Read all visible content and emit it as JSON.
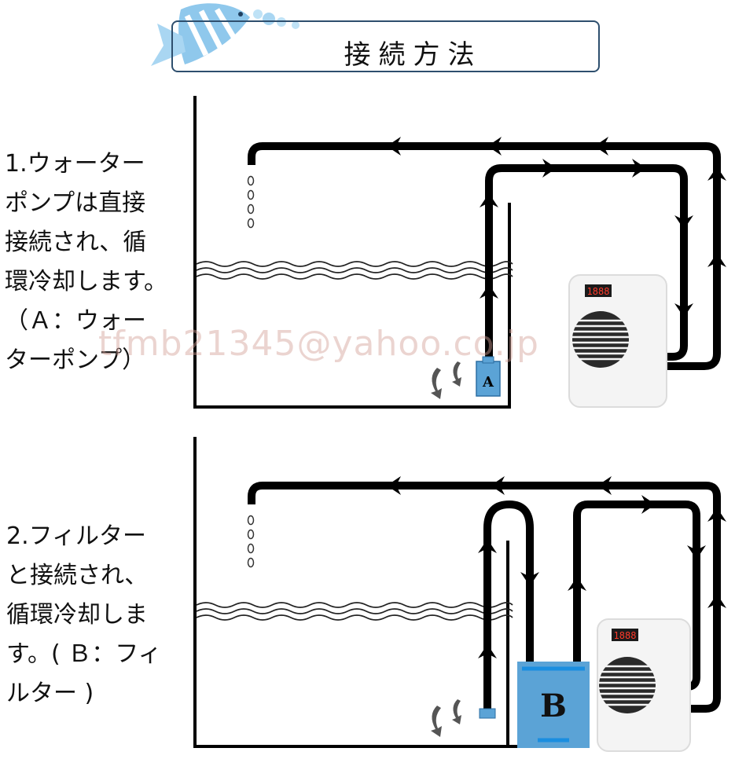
{
  "header": {
    "title": "接続方法"
  },
  "steps": [
    {
      "text": "1.ウォーター\nポンプは直接\n接続され、循\n環冷却します。\n（Ａ：ウォー\nターポンプ）",
      "device_label": "A"
    },
    {
      "text": "2.フィルター\nと接続され、\n循環冷却しま\nす。( Ｂ：フィ\nルター )",
      "device_label": "B"
    }
  ],
  "display": {
    "readout": "1888"
  },
  "watermark": "tfmb21345@yahoo.co.jp",
  "colors": {
    "pipe": "#000000",
    "box_blue": "#5ba3d6",
    "line_blue": "#1a8ee0",
    "title_border": "#2e4f6e"
  }
}
